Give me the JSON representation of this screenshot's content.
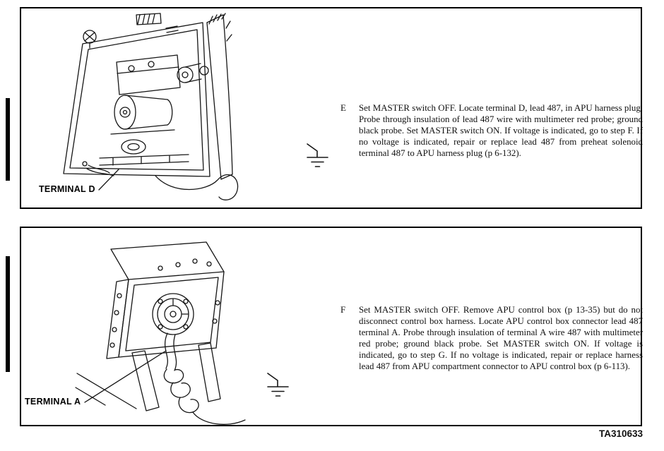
{
  "page": {
    "figure_id": "TA310633"
  },
  "panels": [
    {
      "step_letter": "E",
      "step_text": "Set MASTER switch OFF.  Locate terminal D, lead 487, in APU harness plug.  Probe through insulation of lead 487 wire with multimeter red probe; ground black probe.  Set MASTER switch ON.  If voltage is indicated, go to step F.  If no voltage is indicated, repair or replace lead 487 from preheat solenoid terminal 487 to APU harness plug (p 6-132).",
      "callout": "TERMINAL D",
      "illustration": "apu-compartment-terminal-d-line-drawing",
      "ground_icon": "earth-ground-symbol"
    },
    {
      "step_letter": "F",
      "step_text": "Set MASTER switch OFF.  Remove APU control box (p 13-35) but do not disconnect control box harness.  Locate APU control box connector lead 487 terminal A.  Probe through insulation of terminal A wire 487 with multimeter red probe; ground black probe.  Set MASTER switch ON.  If voltage is indicated, go to step G.  If no voltage is indicated, repair or replace harness lead 487 from APU compartment connector to APU control box (p 6-113).",
      "callout": "TERMINAL A",
      "illustration": "apu-control-box-terminal-a-line-drawing",
      "ground_icon": "earth-ground-symbol"
    }
  ],
  "colors": {
    "ink": "#161616",
    "paper": "#ffffff"
  }
}
